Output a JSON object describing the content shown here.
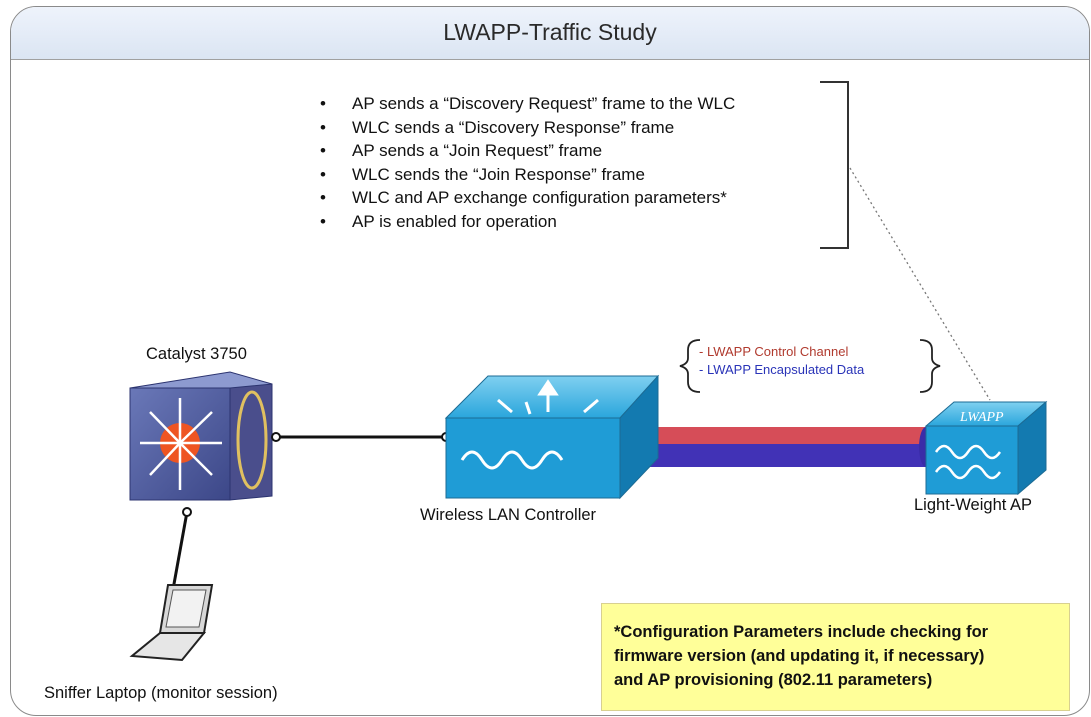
{
  "title": "LWAPP-Traffic Study",
  "steps": [
    "AP sends a “Discovery Request” frame to the WLC",
    "WLC sends a “Discovery Response” frame",
    "AP sends a “Join Request” frame",
    "WLC sends the “Join Response” frame",
    "WLC and AP exchange configuration parameters*",
    "AP is enabled for operation"
  ],
  "devices": {
    "switch": "Catalyst 3750",
    "controller": "Wireless LAN Controller",
    "ap": "Light-Weight AP",
    "ap_badge": "LWAPP",
    "laptop": "Sniffer Laptop (monitor session)"
  },
  "channels": {
    "control": "- LWAPP Control Channel",
    "data": "- LWAPP Encapsulated Data",
    "control_color": "#c84a4a",
    "data_color": "#3b36b0"
  },
  "note": "*Configuration Parameters include checking for\nfirmware version (and updating it, if necessary)\nand AP provisioning (802.11 parameters)"
}
